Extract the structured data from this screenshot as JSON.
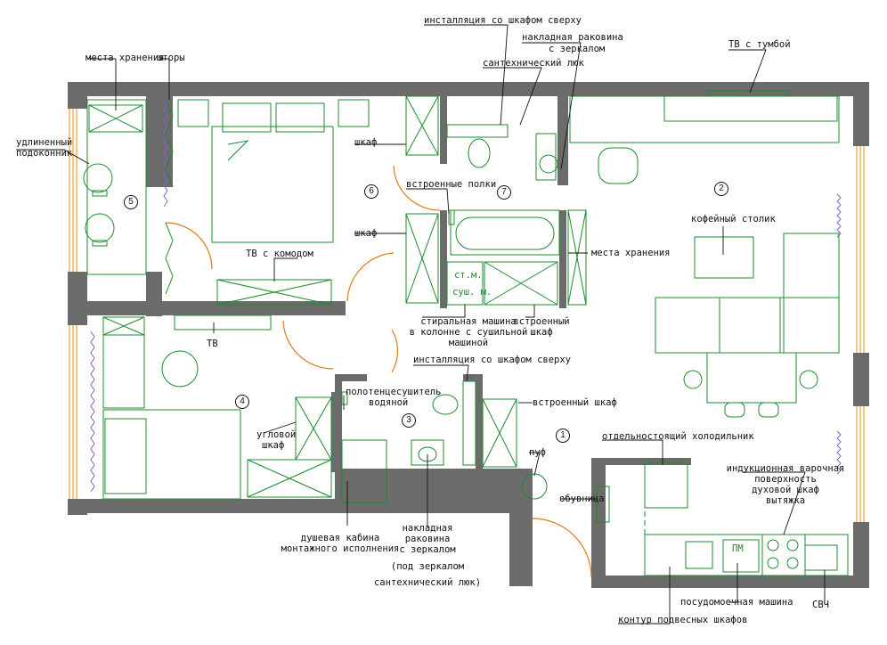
{
  "colors": {
    "wall": "#6b6b6b",
    "furniture": "#1e8a2e",
    "door": "#e07b16",
    "curtain": "#8a60c8",
    "window": "#f0a030",
    "leader": "#111111"
  },
  "rooms": [
    "1",
    "2",
    "3",
    "4",
    "5",
    "6",
    "7"
  ],
  "labels": {
    "storage_top": "места хранения",
    "curtains": "шторы",
    "sill_l1": "удлиненный",
    "sill_l2": "подоконник",
    "install_top": "инсталляция со шкафом сверху",
    "sink_top_l1": "накладная раковина",
    "sink_top_l2": "с зеркалом",
    "hatch_top": "сантехнический люк",
    "tv_stand": "ТВ с тумбой",
    "wardrobe_1": "шкаф",
    "builtin_shelves": "встроенные полки",
    "wardrobe_2": "шкаф",
    "tv_dresser": "ТВ с комодом",
    "storage_mid": "места хранения",
    "coffee_table": "кофейный столик",
    "washer_abbr": "ст.м.",
    "dryer_abbr": "суш. м.",
    "washer_l1": "стиральная машина",
    "washer_l2": "в колонне с сушильной",
    "washer_l3": "машиной",
    "builtin_wardrobe_l1": "встроенный",
    "builtin_wardrobe_l2": "шкаф",
    "tv": "ТВ",
    "install_mid": "инсталляция со шкафом сверху",
    "towel_l1": "полотенцесушитель",
    "towel_l2": "водяной",
    "builtin_wardrobe_hall": "встроенный шкаф",
    "corner_l1": "угловой",
    "corner_l2": "шкаф",
    "fridge": "отдельностоящий холодильник",
    "pouf": "пуф",
    "shoe_rack": "обувница",
    "hob_l1": "индукционная варочная",
    "hob_l2": "поверхность",
    "hob_l3": "духовой шкаф",
    "hob_l4": "вытяжка",
    "pm": "ПМ",
    "shower_l1": "душевая кабина",
    "shower_l2": "монтажного исполнения",
    "sink_bot_l1": "накладная",
    "sink_bot_l2": "раковина",
    "sink_bot_l3": "с зеркалом",
    "sink_bot_l4": "(под зеркалом",
    "sink_bot_l5": "сантехнический люк)",
    "dishwasher": "посудомоечная машина",
    "microwave": "СВЧ",
    "cabinets_outline": "контур подвесных шкафов"
  }
}
